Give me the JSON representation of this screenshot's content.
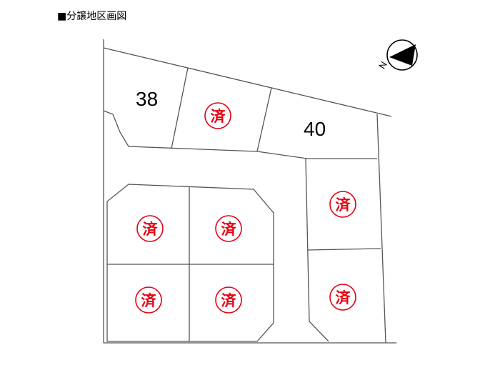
{
  "title": "■分譲地区画図",
  "compass": {
    "label": "N",
    "icon": "north-arrow-icon"
  },
  "colors": {
    "stamp": "#e50012",
    "line": "#555555",
    "text": "#000000"
  },
  "lots": [
    {
      "id": "lot-38",
      "number": "38",
      "status": "available"
    },
    {
      "id": "lot-39",
      "status": "sold",
      "stamp": "済"
    },
    {
      "id": "lot-40",
      "number": "40",
      "status": "available"
    },
    {
      "id": "lot-41",
      "status": "sold",
      "stamp": "済"
    },
    {
      "id": "lot-42",
      "status": "sold",
      "stamp": "済"
    },
    {
      "id": "lot-43",
      "status": "sold",
      "stamp": "済"
    },
    {
      "id": "lot-44",
      "status": "sold",
      "stamp": "済"
    },
    {
      "id": "lot-45",
      "status": "sold",
      "stamp": "済"
    },
    {
      "id": "lot-46",
      "status": "sold",
      "stamp": "済"
    }
  ]
}
